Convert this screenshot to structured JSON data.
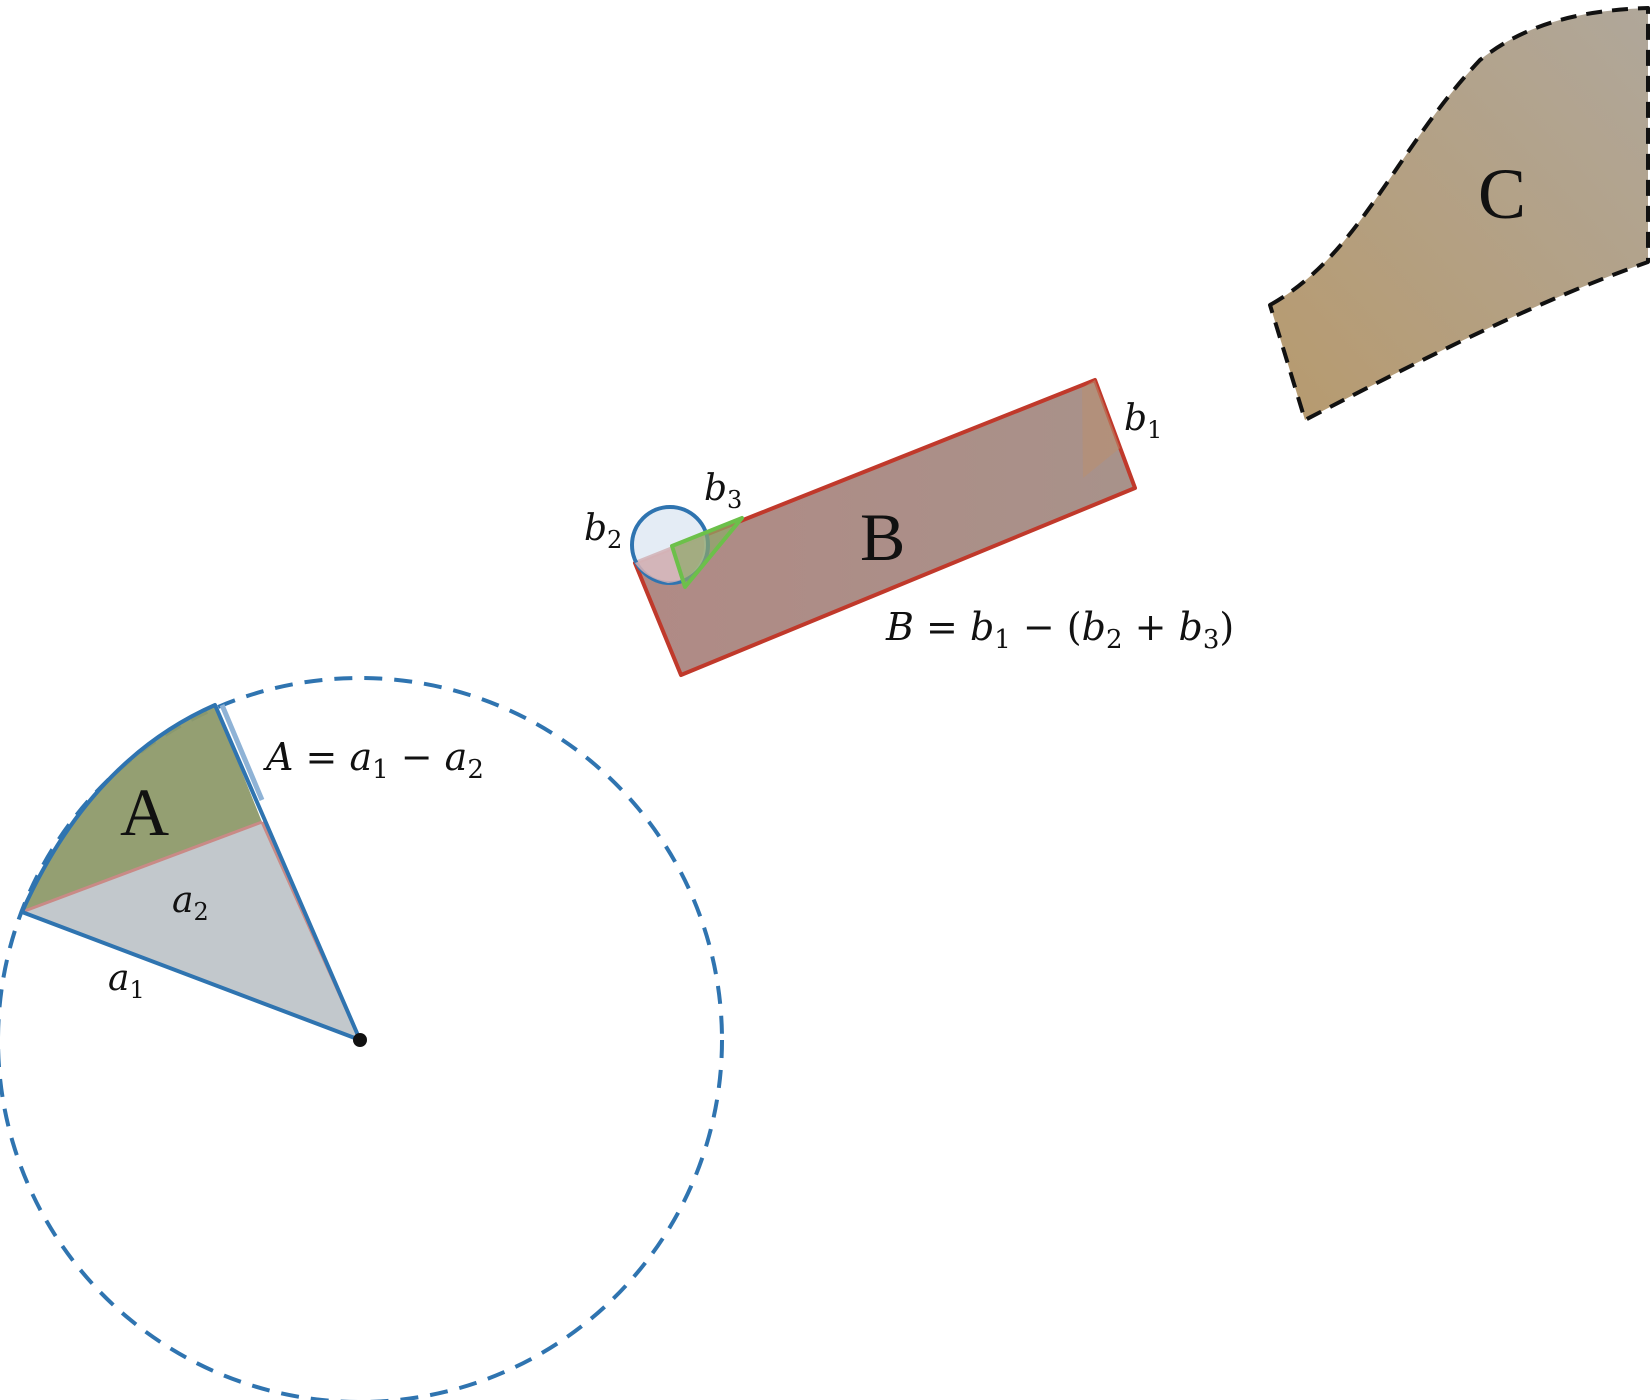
{
  "shapes": {
    "A": {
      "label": "A",
      "formula_lhs": "A",
      "formula_eq": " = ",
      "formula_t1": "a",
      "formula_t1_sub": "1",
      "formula_op": " − ",
      "formula_t2": "a",
      "formula_t2_sub": "2",
      "part1_var": "a",
      "part1_sub": "1",
      "part2_var": "a",
      "part2_sub": "2"
    },
    "B": {
      "label": "B",
      "formula_lhs": "B",
      "formula_eq": " = ",
      "formula_t1": "b",
      "formula_t1_sub": "1",
      "formula_op": " − (",
      "formula_t2": "b",
      "formula_t2_sub": "2",
      "formula_plus": " + ",
      "formula_t3": "b",
      "formula_t3_sub": "3",
      "formula_close": ")",
      "part1_var": "b",
      "part1_sub": "1",
      "part2_var": "b",
      "part2_sub": "2",
      "part3_var": "b",
      "part3_sub": "3"
    },
    "C": {
      "label": "C"
    }
  },
  "colors": {
    "blue": "#2f74b0",
    "red": "#c0392b",
    "green": "#6cc04a",
    "rect_fill": "#a98b82",
    "sector_fill": "#8e9a6a",
    "triangle_fill": "#c2c8cc",
    "tan_fill": "#b8a48a",
    "dashed_black": "#111111"
  }
}
